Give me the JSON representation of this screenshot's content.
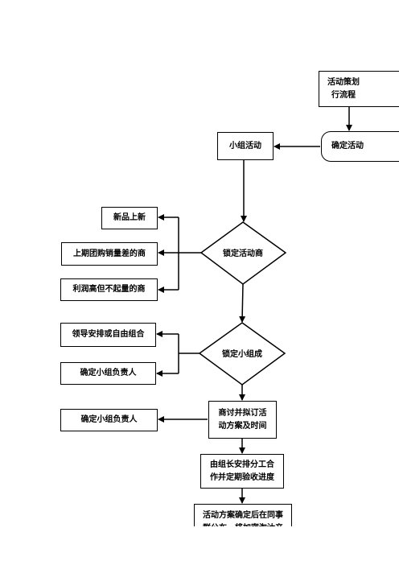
{
  "nodes": {
    "plan_process": "活动策划\n行流程",
    "confirm_activity": "确定活动",
    "group_activity": "小组活动",
    "new_product": "新品上新",
    "low_sales_last_period": "上期团购销量差的商",
    "high_profit_low_volume": "利润高但不起量的商",
    "lock_activity_product": "锁定活动商",
    "leader_or_free_group": "领导安排或自由组合",
    "confirm_group_leader_1": "确定小组负责人",
    "lock_group": "锁定小组成",
    "confirm_group_leader_2": "确定小组负责人",
    "discuss_plan": "商讨并拟订活\n动方案及时间",
    "assign_work": "由组长安排分工合\n作并定期验收进度",
    "after_plan_confirmed": "活动方案确定后在同事\n群公布，将加密淘汰产"
  },
  "colors": {
    "stroke": "#000000",
    "fill": "#ffffff"
  }
}
